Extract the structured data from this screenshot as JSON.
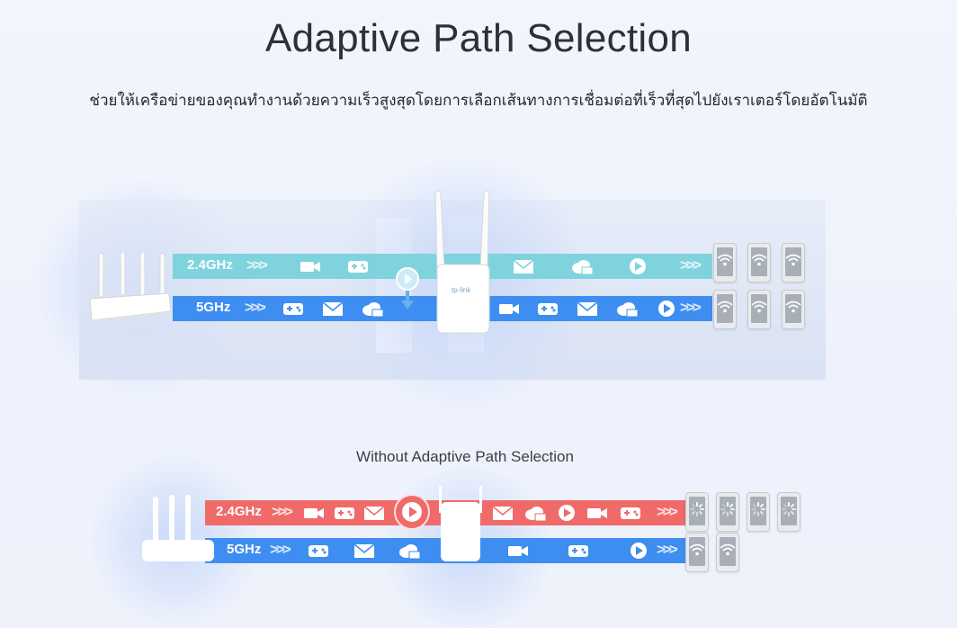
{
  "title": "Adaptive Path Selection",
  "subtitle": "ช่วยให้เครือข่ายของคุณทำงานด้วยความเร็วสูงสุดโดยการเลือกเส้นทางการเชื่อมต่อที่เร็วที่สุดไปยังเราเตอร์โดยอัตโนมัติ",
  "with_aps": {
    "band_24": {
      "label": "2.4GHz",
      "arrows": ">>>",
      "color": "#7fd3dd"
    },
    "band_5": {
      "label": "5GHz",
      "arrows": ">>>",
      "color": "#3d8ef0"
    },
    "extender_logo": "tp-link"
  },
  "without_aps": {
    "title": "Without Adaptive Path Selection",
    "band_24": {
      "label": "2.4GHz",
      "arrows": ">>>",
      "color": "#f06a6a"
    },
    "band_5": {
      "label": "5GHz",
      "arrows": ">>>",
      "color": "#3d8ef0"
    }
  },
  "colors": {
    "background": "#eff3fc",
    "glow": "#c9dbf8",
    "title": "#2d3035"
  }
}
